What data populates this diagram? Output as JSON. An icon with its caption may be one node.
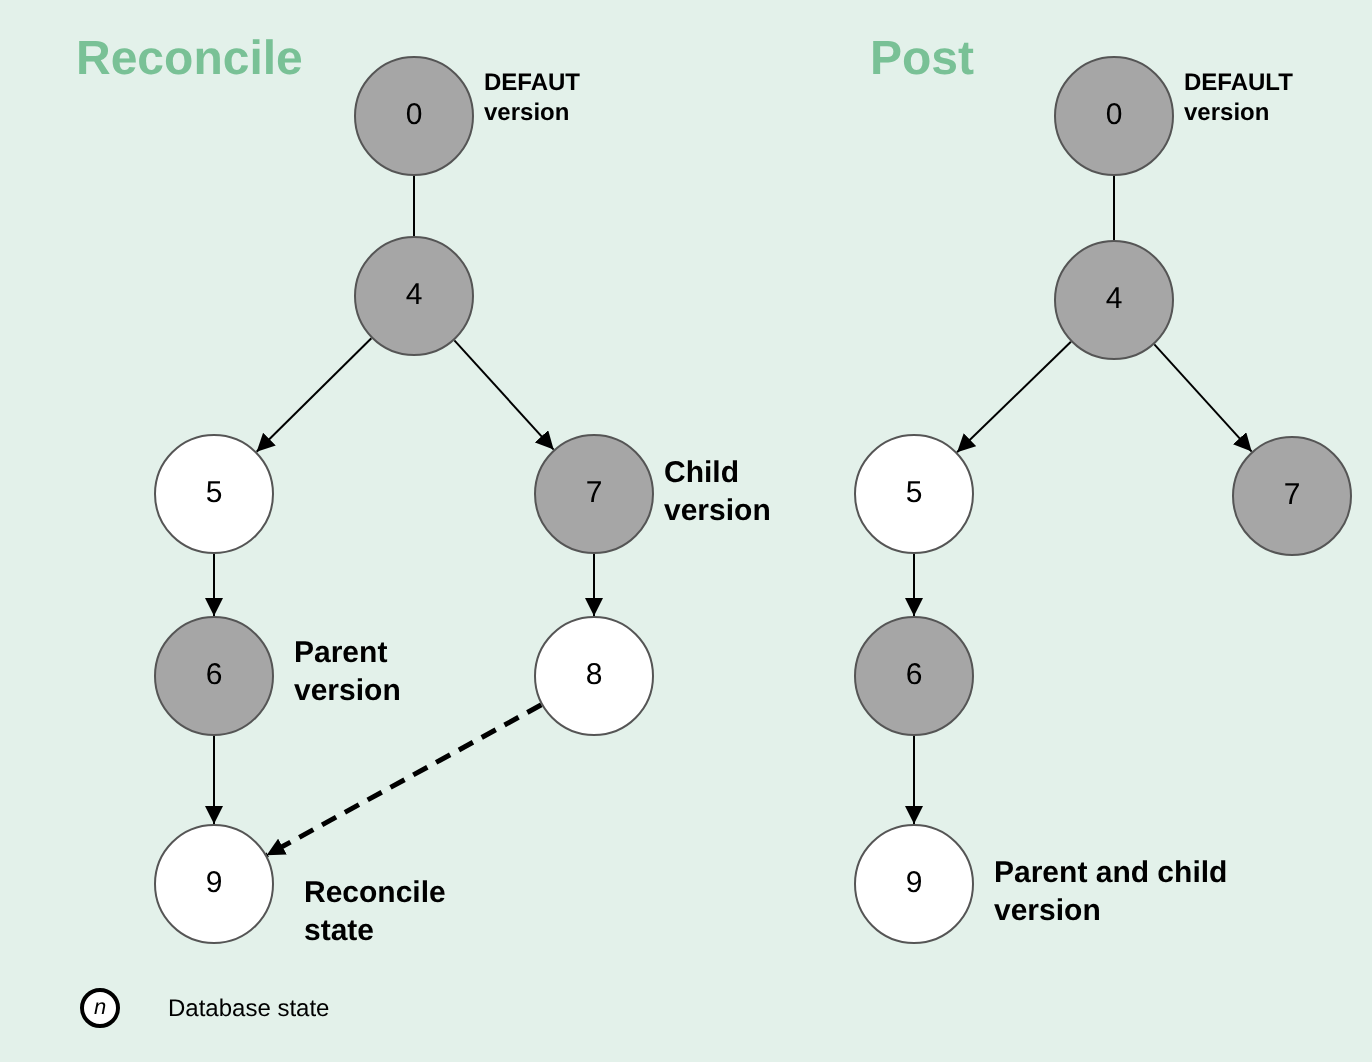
{
  "diagram": {
    "nodes": [
      {
        "text": [
          "0"
        ],
        "beside": [
          "DEFAUT version"
        ]
      },
      {
        "text": [
          "4"
        ]
      },
      {
        "text": [
          "5"
        ]
      },
      {
        "text": [
          "7"
        ],
        "beside": [
          "Child version"
        ]
      },
      {
        "text": [
          "6"
        ],
        "beside": [
          "Parent version"
        ]
      },
      {
        "text": [
          "8"
        ]
      },
      {
        "text": [
          "9"
        ],
        "beside": [
          "Reconcile state"
        ]
      },
      {
        "text": [
          "0"
        ],
        "beside": [
          "DEFAULT version"
        ]
      },
      {
        "text": [
          "4"
        ]
      },
      {
        "text": [
          "5"
        ]
      },
      {
        "text": [
          "7"
        ]
      },
      {
        "text": [
          "6"
        ]
      },
      {
        "text": [
          "9"
        ],
        "beside": [
          "Parent and child version"
        ]
      }
    ],
    "edges": [
      {
        "from": 0,
        "to": 1,
        "arrow": "none"
      },
      {
        "from": 1,
        "to": 2,
        "arrow": "to"
      },
      {
        "from": 1,
        "to": 3,
        "arrow": "to"
      },
      {
        "from": 2,
        "to": 4,
        "arrow": "to"
      },
      {
        "from": 3,
        "to": 5,
        "arrow": "to"
      },
      {
        "from": 4,
        "to": 6,
        "arrow": "to"
      },
      {
        "from": 5,
        "to": 6,
        "arrow": "to",
        "style": "dashed"
      },
      {
        "from": 7,
        "to": 8,
        "arrow": "none"
      },
      {
        "from": 8,
        "to": 9,
        "arrow": "to"
      },
      {
        "from": 8,
        "to": 10,
        "arrow": "to"
      },
      {
        "from": 9,
        "to": 11,
        "arrow": "to"
      },
      {
        "from": 11,
        "to": 12,
        "arrow": "to"
      }
    ],
    "labels": [
      "Reconcile",
      "Post",
      "n"
    ],
    "legend": [
      {
        "text": "Database state"
      }
    ]
  }
}
